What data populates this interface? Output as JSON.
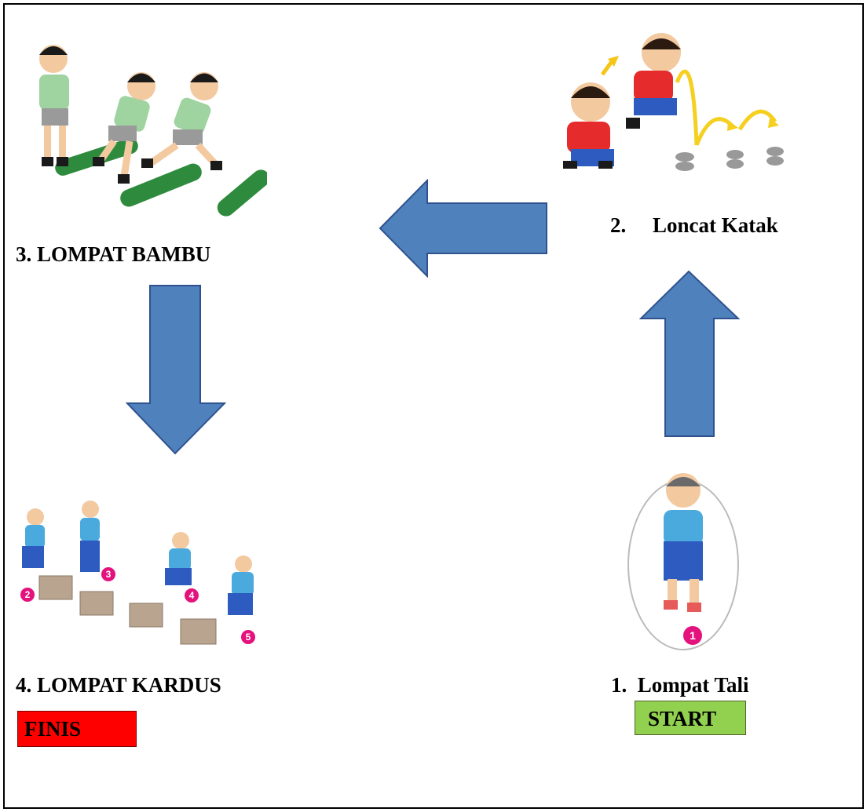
{
  "stations": [
    {
      "label": "1.  Lompat Tali",
      "image": "jump-rope-girl-illustration"
    },
    {
      "label": "2.     Loncat Katak",
      "image": "frog-jump-boys-illustration"
    },
    {
      "label": "3. LOMPAT BAMBU",
      "image": "bamboo-jump-boys-illustration"
    },
    {
      "label": "4. LOMPAT KARDUS",
      "image": "box-jump-girl-illustration"
    }
  ],
  "start_badge": {
    "text": "START",
    "color": "#92d050"
  },
  "finish_badge": {
    "text": "FINIS",
    "color": "#ff0000"
  },
  "arrow_color": "#4f81bd",
  "step_numbers": [
    "1",
    "2",
    "3",
    "4",
    "5"
  ]
}
